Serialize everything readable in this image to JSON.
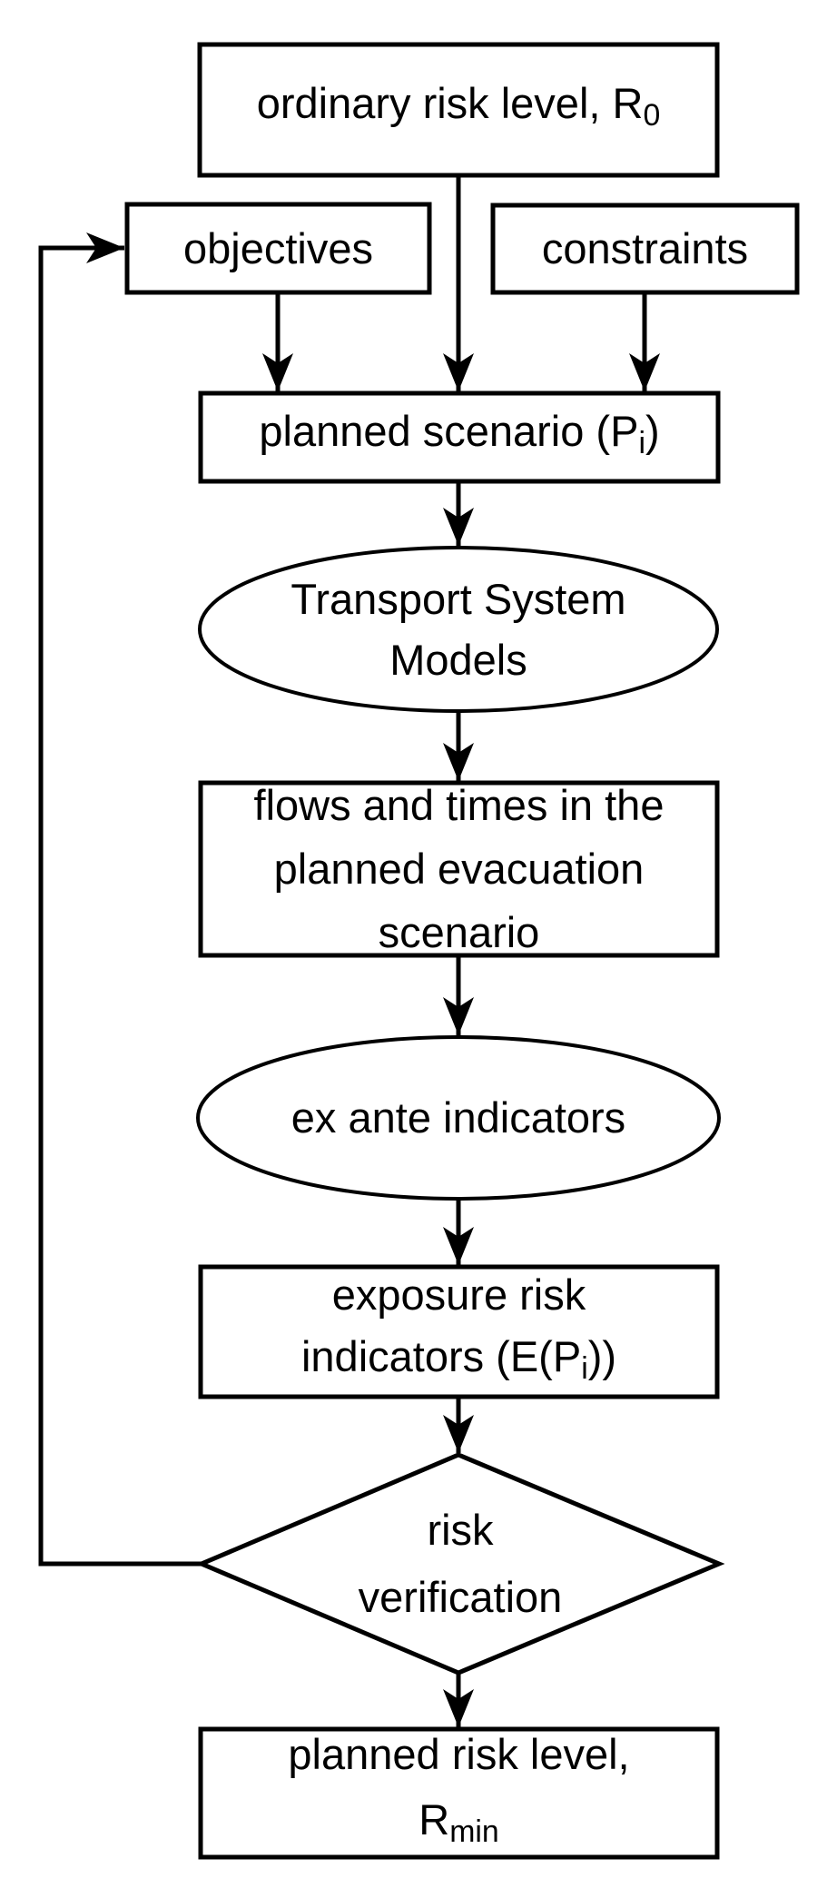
{
  "colors": {
    "stroke": "#000000",
    "background": "#ffffff"
  },
  "nodes": {
    "ordinary_risk": {
      "pre": "ordinary risk level, R",
      "sub": "0",
      "post": ""
    },
    "objectives": {
      "label": "objectives"
    },
    "constraints": {
      "label": "constraints"
    },
    "planned_scenario": {
      "pre": "planned scenario (P",
      "sub": "i",
      "post": ")"
    },
    "transport_models": {
      "line1": "Transport System",
      "line2": "Models"
    },
    "flows": {
      "line1": "flows and times in the",
      "line2": "planned evacuation",
      "line3": "scenario"
    },
    "ex_ante": {
      "label": "ex ante indicators"
    },
    "exposure": {
      "line1": "exposure risk",
      "pre": "indicators (E(P",
      "sub": "i",
      "post": "))"
    },
    "risk_verification": {
      "line1": "risk",
      "line2": "verification"
    },
    "planned_risk": {
      "line1": "planned risk level,",
      "pre": "R",
      "sub": "min",
      "post": ""
    }
  }
}
